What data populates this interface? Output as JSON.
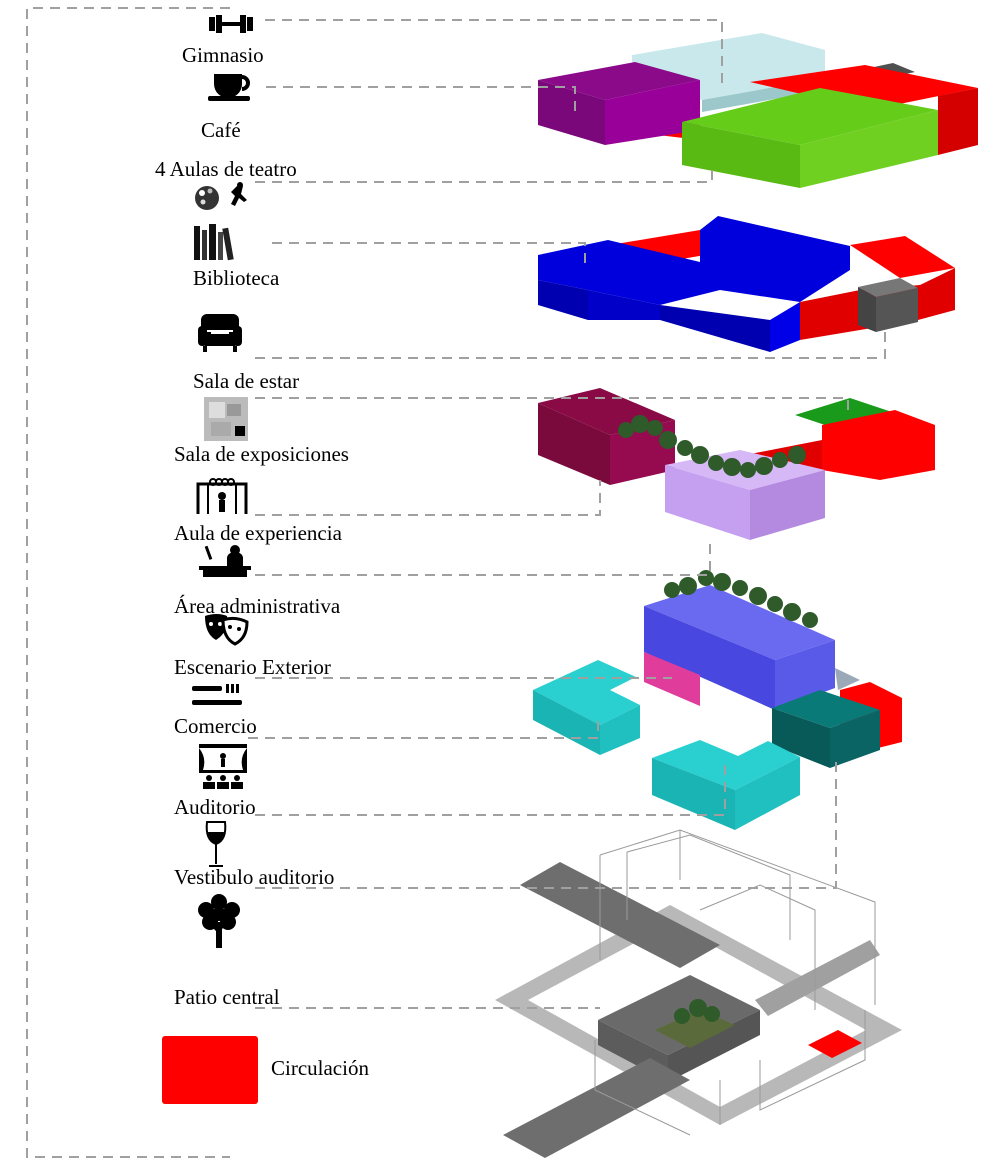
{
  "functions": [
    {
      "label": "Gimnasio",
      "icon": "dumbbell-icon"
    },
    {
      "label": "Café",
      "icon": "coffee-cup-icon"
    },
    {
      "label": "4 Aulas de teatro",
      "icon": "palette-dance-icon"
    },
    {
      "label": "Biblioteca",
      "icon": "books-icon"
    },
    {
      "label": "Sala de estar",
      "icon": "armchair-icon"
    },
    {
      "label": "Sala de exposiciones",
      "icon": "gallery-icon"
    },
    {
      "label": "Aula de experiencia",
      "icon": "classroom-icon"
    },
    {
      "label": "Área administrativa",
      "icon": "office-desk-icon"
    },
    {
      "label": "Escenario Exterior",
      "icon": "theater-masks-icon"
    },
    {
      "label": "Comercio",
      "icon": "cutlery-icon"
    },
    {
      "label": "Auditorio",
      "icon": "stage-audience-icon"
    },
    {
      "label": "Vestibulo auditorio",
      "icon": "wine-glass-icon"
    },
    {
      "label": "Patio central",
      "icon": "tree-icon"
    }
  ],
  "legend": {
    "label": "Circulación",
    "color": "#ff0000"
  },
  "colors": {
    "gym": "#c8e8ec",
    "cafe": "#8a0a8a",
    "theater_rooms": "#66cc1a",
    "circulation": "#ff0000",
    "library": "#0000dd",
    "lounge": "#555555",
    "exhibition": "#8a0a46",
    "experience": "#c5a0f0",
    "admin_green": "#1a9a1a",
    "stage": "#5050e8",
    "commerce": "#20c0c0",
    "auditorium": "#0a6464",
    "plinth": "#7a7a7a"
  }
}
